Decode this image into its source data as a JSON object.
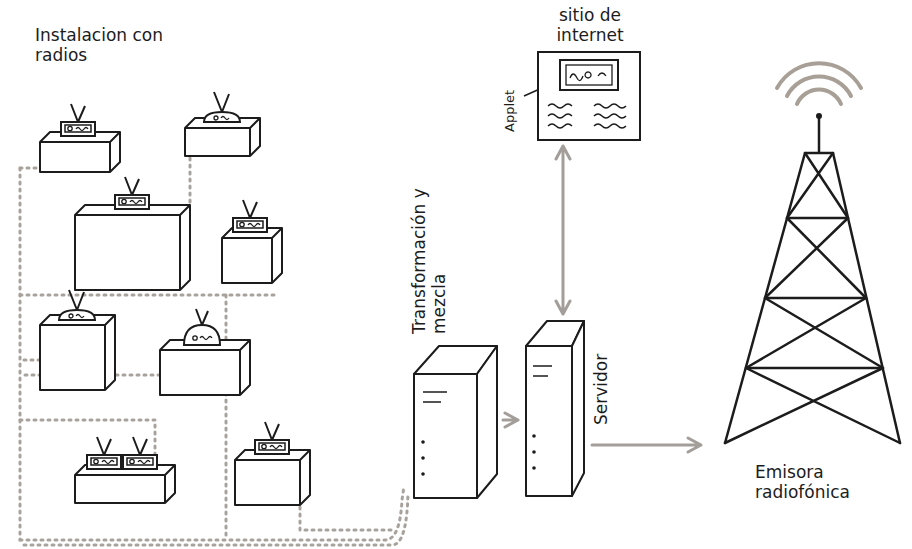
{
  "diagram": {
    "nodes": [
      {
        "text": [
          "sitio de internet"
        ]
      },
      {
        "text": [
          "Transformación y mezcla"
        ]
      },
      {
        "text": [
          "Servidor"
        ]
      },
      {
        "text": [
          "Emisora radiofónica"
        ]
      }
    ],
    "edges": [
      {
        "from": 1,
        "to": 2,
        "arrow": "to"
      },
      {
        "from": 2,
        "to": 0,
        "arrow": "both"
      },
      {
        "from": 2,
        "to": 3,
        "arrow": "to"
      }
    ],
    "labels": [
      "Instalacion con radios",
      "Applet"
    ]
  }
}
